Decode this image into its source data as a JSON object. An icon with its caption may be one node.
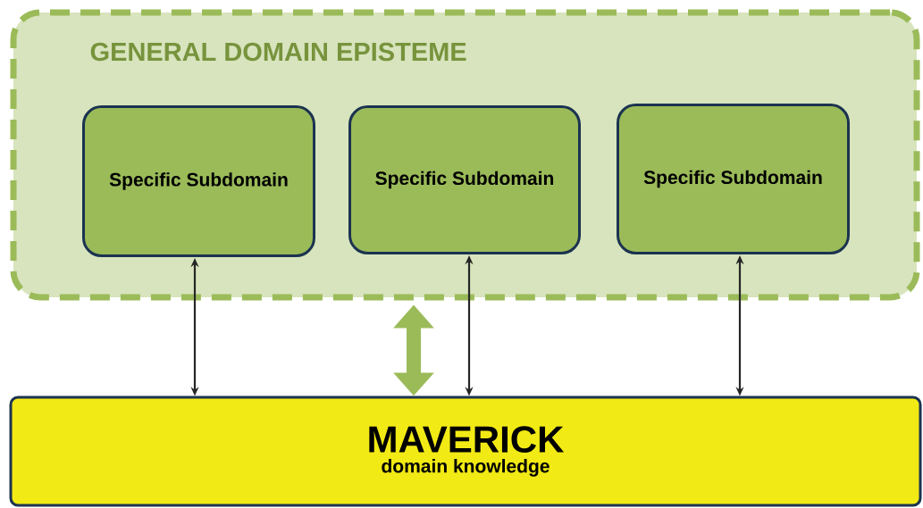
{
  "diagram": {
    "nodes": [
      {
        "text": [
          "GENERAL DOMAIN EPISTEME"
        ]
      },
      {
        "text": [
          "Specific Subdomain"
        ],
        "in": 0
      },
      {
        "text": [
          "Specific Subdomain"
        ],
        "in": 0
      },
      {
        "text": [
          "Specific Subdomain"
        ],
        "in": 0
      },
      {
        "text": [
          "MAVERICK",
          "domain knowledge"
        ]
      }
    ],
    "edges": [
      {
        "from": 1,
        "to": 4,
        "arrow": "both"
      },
      {
        "from": 2,
        "to": 4,
        "arrow": "both"
      },
      {
        "from": 3,
        "to": 4,
        "arrow": "both"
      },
      {
        "from": 0,
        "to": 4,
        "arrow": "both",
        "style": "thick",
        "color": "#9bbb59"
      }
    ]
  }
}
